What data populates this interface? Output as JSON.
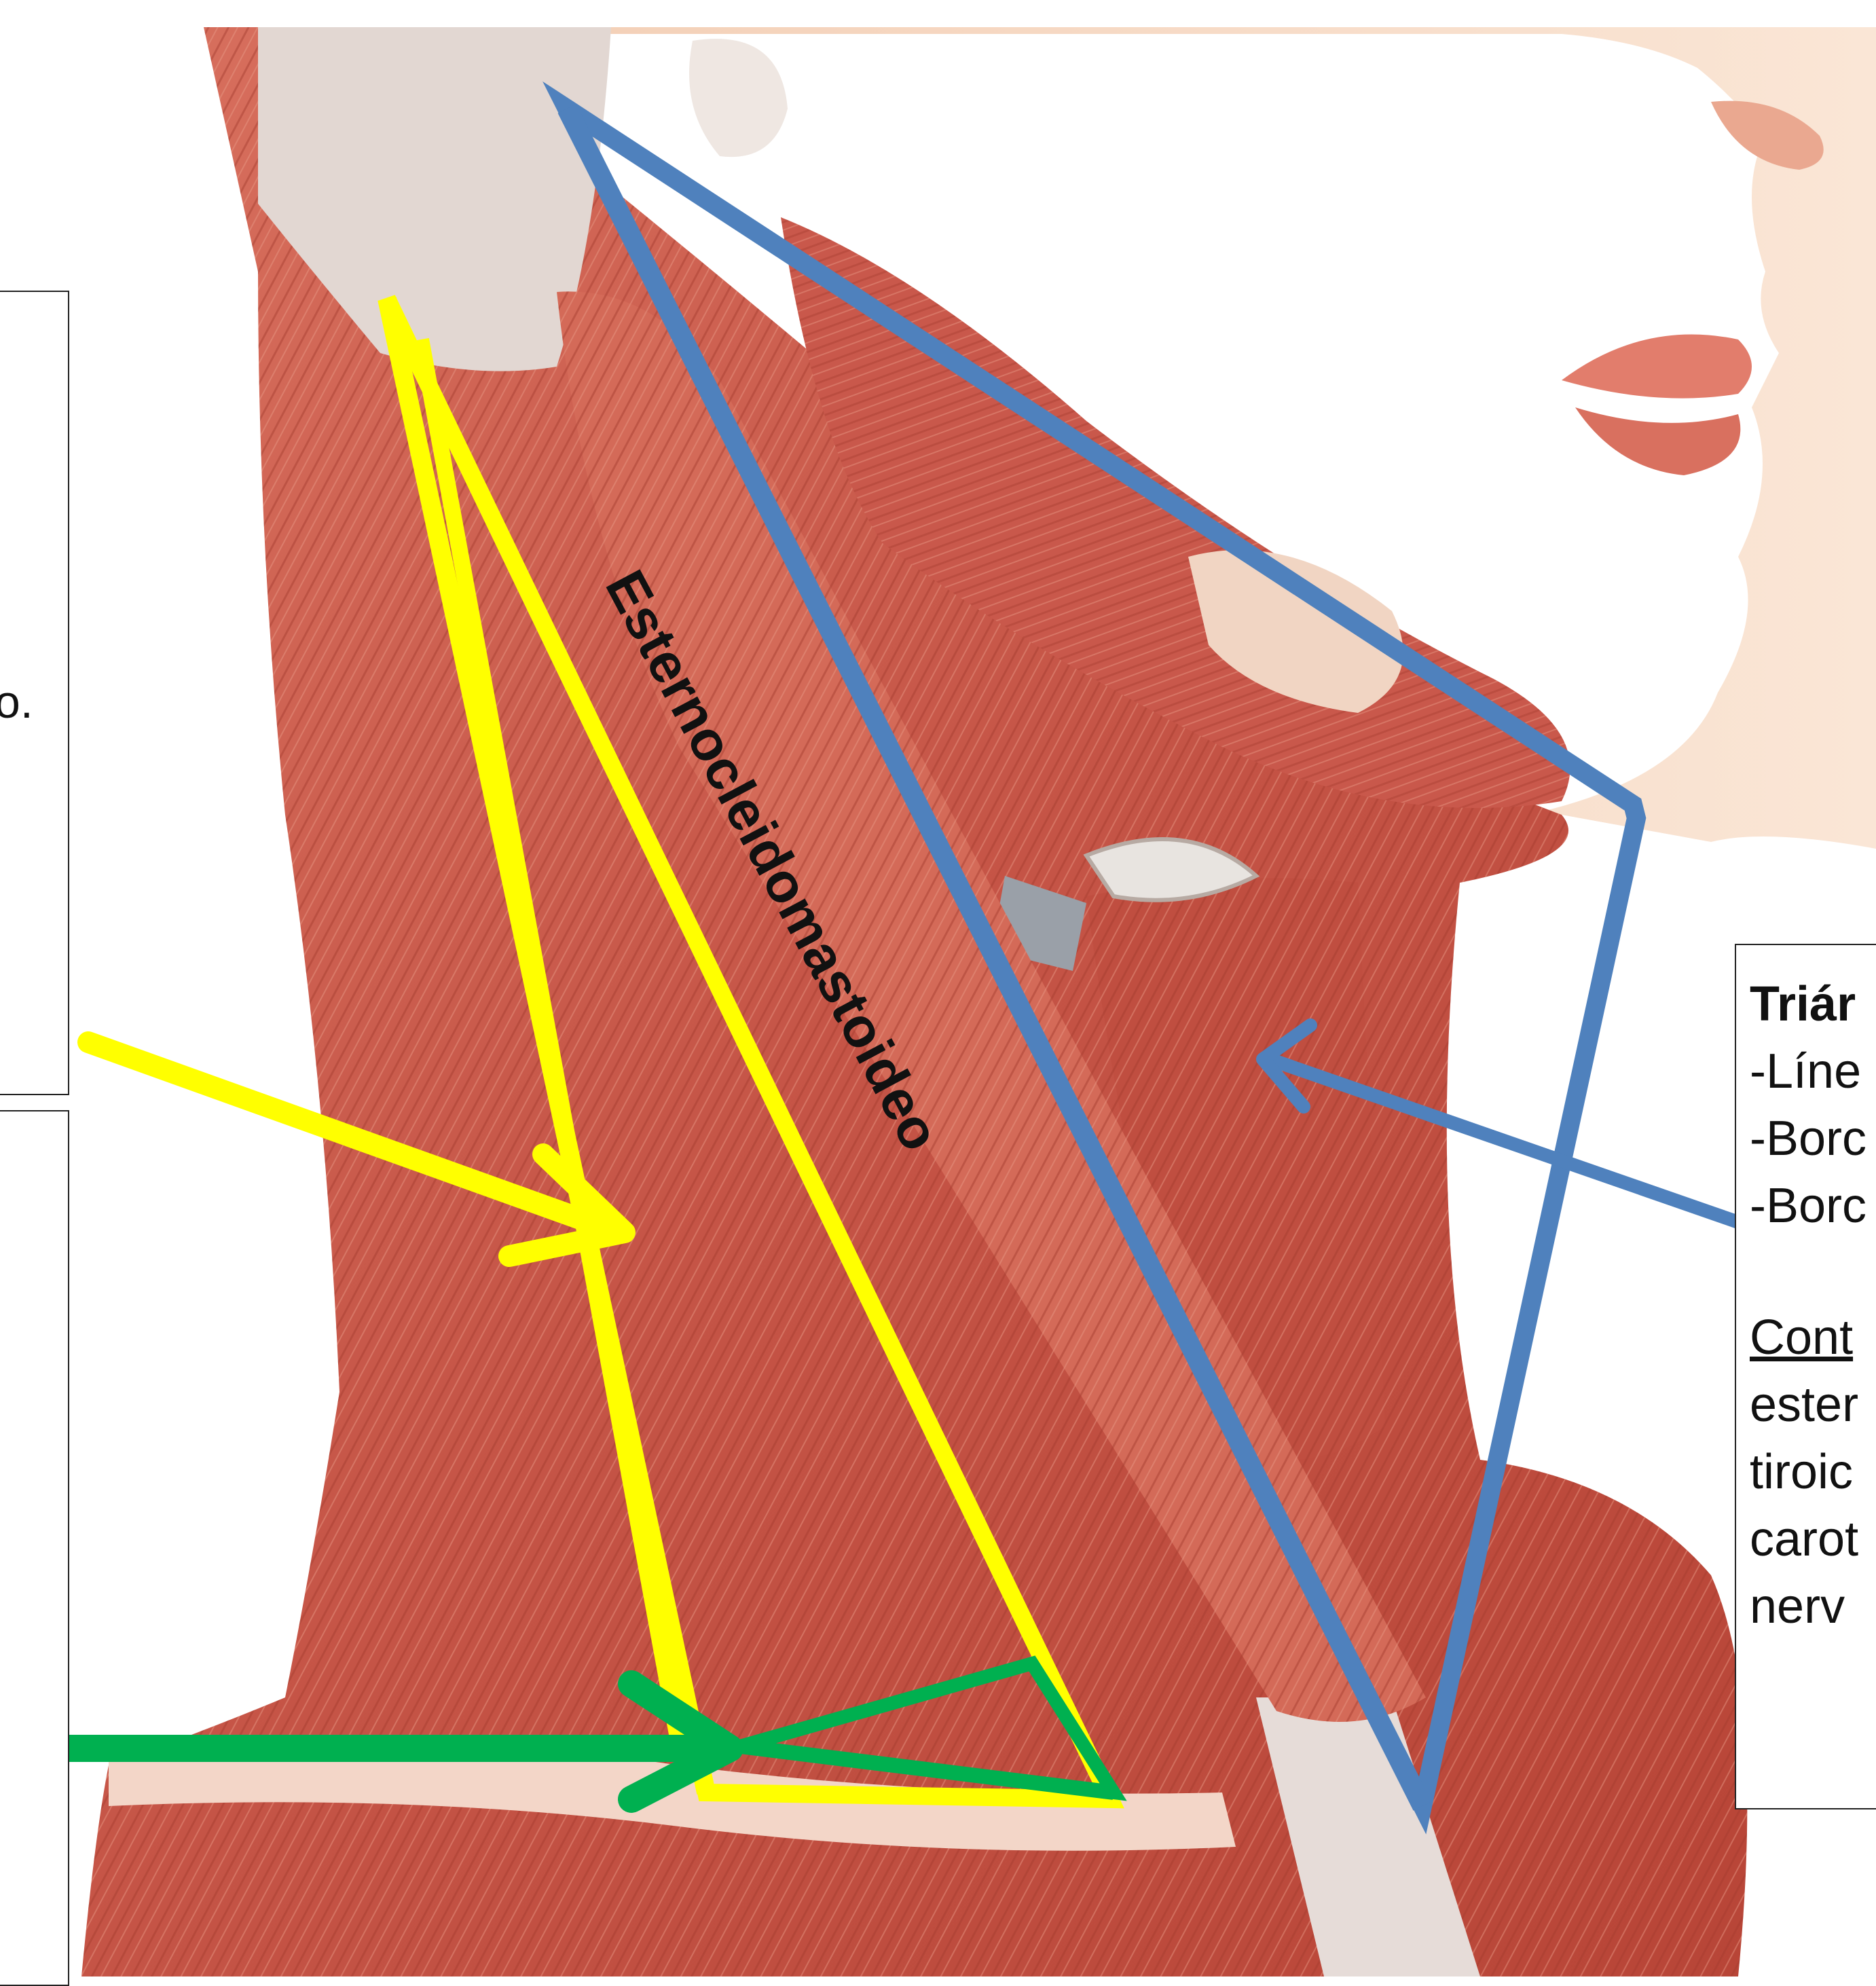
{
  "muscle_label": "Esternocleidomastoideo",
  "left_box": {
    "fragment": "o."
  },
  "right_box": {
    "title": "Triár",
    "items": [
      "-Líne",
      "-Borc",
      "-Borc"
    ],
    "contents_label": "Cont",
    "contents_lines": [
      "ester",
      "tiroic",
      "carot",
      "nerv"
    ]
  },
  "colors": {
    "yellow": "#ffff00",
    "blue": "#4f81bd",
    "green": "#00b050",
    "skin": "#f6d9c4",
    "muscle": "#c8564a"
  }
}
